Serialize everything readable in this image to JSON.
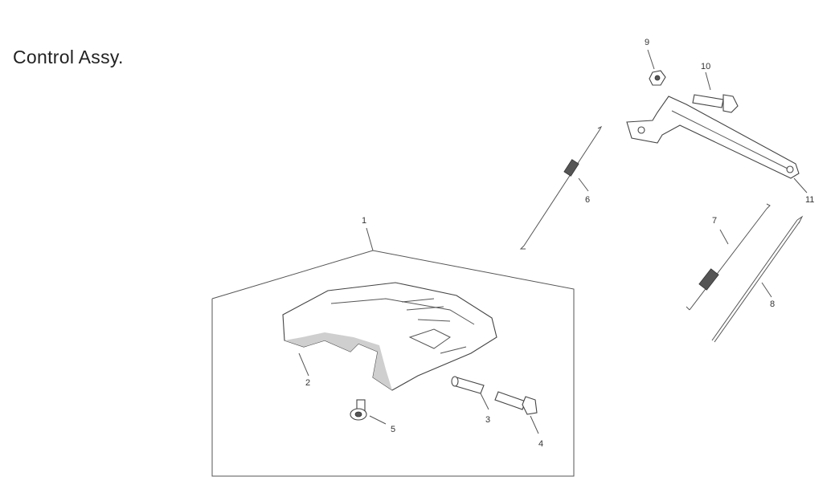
{
  "title": "Control Assy.",
  "callouts": {
    "c1": "1",
    "c2": "2",
    "c3": "3",
    "c4": "4",
    "c5": "5",
    "c6": "6",
    "c7": "7",
    "c8": "8",
    "c9": "9",
    "c10": "10",
    "c11": "11"
  }
}
